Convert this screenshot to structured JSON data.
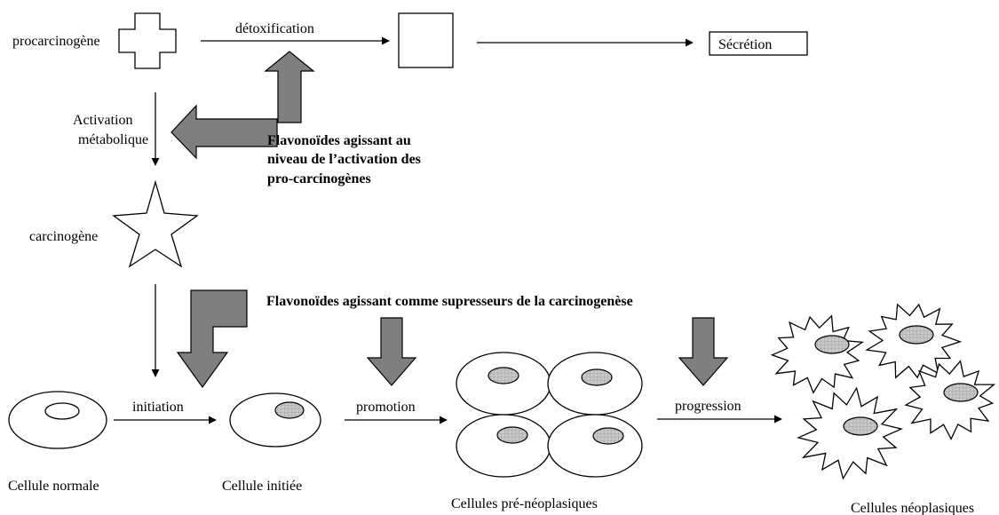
{
  "labels": {
    "procarcinogen": "procarcinogène",
    "detoxification": "détoxification",
    "secretion": "Sécrétion",
    "activation": "Activation",
    "metabolic": "métabolique",
    "carcinogen": "carcinogène",
    "flavo_activation_1": "Flavonoïdes agissant au",
    "flavo_activation_2": "niveau de l’activation des",
    "flavo_activation_3": "pro-carcinogènes",
    "flavo_suppressors": "Flavonoïdes agissant comme supresseurs de la carcinogenèse",
    "initiation": "initiation",
    "promotion": "promotion",
    "progression": "progression",
    "normal_cell": "Cellule normale",
    "initiated_cell": "Cellule initiée",
    "preneoplastic_cells": "Cellules pré-néoplasiques",
    "neoplastic_cells": "Cellules néoplasiques"
  },
  "colors": {
    "inhibitor_arrow": "#7f7f7f",
    "nucleus_fill": "#c8c8c8",
    "stroke": "#000000"
  }
}
